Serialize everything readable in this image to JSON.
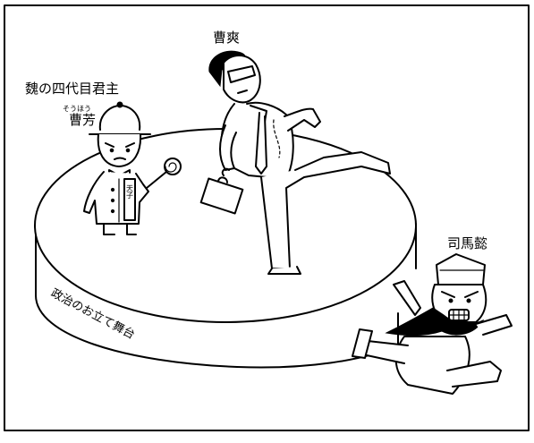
{
  "captions": {
    "emperor_title": "魏の四代目君主",
    "emperor_furigana": "そうほう",
    "emperor_name": "曹芳",
    "cao_shuang": "曹爽",
    "sima_yi": "司馬懿",
    "stage_label": "政治のお立て舞台",
    "emperor_sash": "天子"
  }
}
